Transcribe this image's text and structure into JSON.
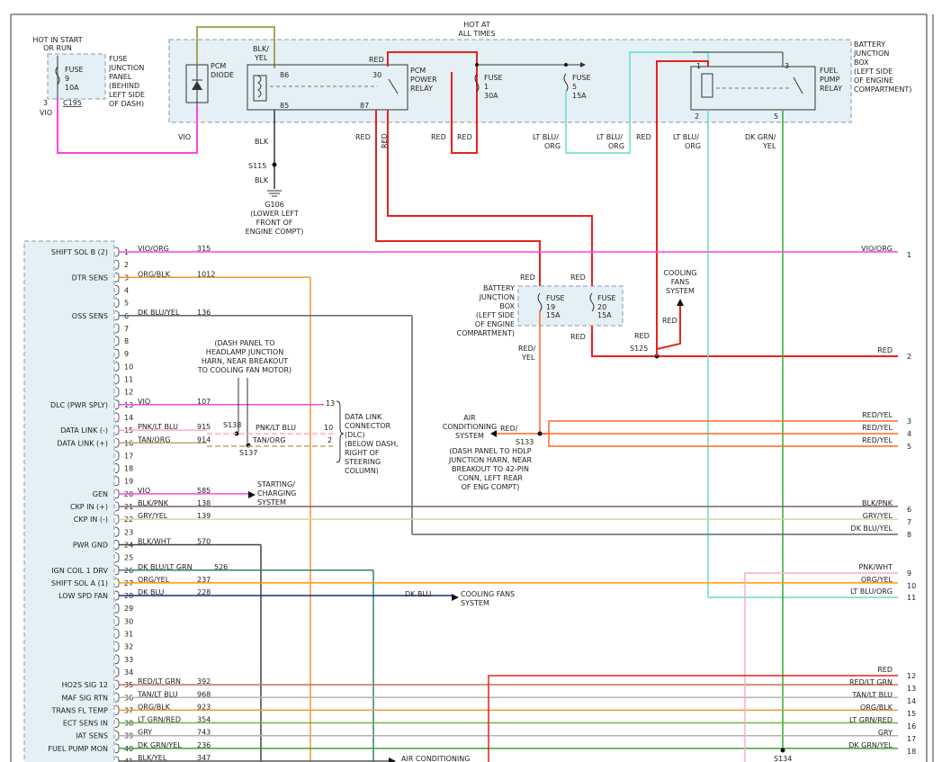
{
  "top": {
    "hot_in_start": [
      "HOT IN START",
      "OR RUN"
    ],
    "fuse_junction_panel": [
      "FUSE",
      "JUNCTION",
      "PANEL",
      "(BEHIND",
      "LEFT SIDE",
      "OF DASH)"
    ],
    "fuse9": [
      "FUSE",
      "9",
      "10A"
    ],
    "c195_pin": "3",
    "c195": "C195",
    "vio": "VIO",
    "hot_at_all_times": [
      "HOT AT",
      "ALL TIMES"
    ],
    "battery_junction_box": [
      "BATTERY",
      "JUNCTION",
      "BOX",
      "(LEFT SIDE",
      "OF ENGINE",
      "COMPARTMENT)"
    ],
    "pcm_diode": [
      "PCM",
      "DIODE"
    ],
    "blk_yel": [
      "BLK/",
      "YEL"
    ],
    "pin86": "86",
    "pin85": "85",
    "pin30": "30",
    "pin87": "87",
    "pcm_power_relay": [
      "PCM",
      "POWER",
      "RELAY"
    ],
    "fuse1": [
      "FUSE",
      "1",
      "30A"
    ],
    "fuse5": [
      "FUSE",
      "5",
      "15A"
    ],
    "fuel_pump_relay": [
      "FUEL",
      "PUMP",
      "RELAY"
    ],
    "fp_pin1": "1",
    "fp_pin2": "2",
    "fp_pin3": "3",
    "fp_pin5": "5",
    "red": "RED",
    "blk": "BLK",
    "s115": "S115",
    "g106": [
      "G106",
      "(LOWER LEFT",
      "FRONT OF",
      "ENGINE COMPT)"
    ],
    "lt_blu_org": [
      "LT BLU/",
      "ORG"
    ],
    "dk_grn_yel": [
      "DK GRN/",
      "YEL"
    ]
  },
  "bjb2": {
    "label": [
      "BATTERY",
      "JUNCTION",
      "BOX",
      "(LEFT SIDE",
      "OF ENGINE",
      "COMPARTMENT)"
    ],
    "fuse19": [
      "FUSE",
      "19",
      "15A"
    ],
    "fuse20": [
      "FUSE",
      "20",
      "15A"
    ],
    "red": "RED",
    "red_yel": [
      "RED/",
      "YEL"
    ],
    "cooling_fans": [
      "COOLING",
      "FANS",
      "SYSTEM"
    ],
    "s125": "S125",
    "s133": "S133",
    "ac_system": [
      "AIR",
      "CONDITIONING",
      "SYSTEM"
    ],
    "ac_note": [
      "(DASH PANEL TO HDLP",
      "JUNCTION HARN, NEAR",
      "BREAKOUT TO 42-PIN",
      "CONN, LEFT REAR",
      "OF ENG COMPT)"
    ]
  },
  "dlc": {
    "note": [
      "(DASH PANEL TO",
      "HEADLAMP JUNCTION",
      "HARN, NEAR BREAKOUT",
      "TO COOLING FAN MOTOR)"
    ],
    "s138": "S138",
    "s137": "S137",
    "pnk_lt_blu": "PNK/LT BLU",
    "tan_org": "TAN/ORG",
    "pin13": "13",
    "pin10": "10",
    "pin2": "2",
    "label": [
      "DATA LINK",
      "CONNECTOR",
      "(DLC)",
      "(BELOW DASH,",
      "RIGHT OF",
      "STEERING",
      "COLUMN)"
    ]
  },
  "misc": {
    "starting_charging": [
      "STARTING/",
      "CHARGING",
      "SYSTEM"
    ],
    "cooling_fans_system": [
      "COOLING FANS",
      "SYSTEM"
    ],
    "dk_blu": "DK BLU",
    "ac_bottom": "AIR CONDITIONING",
    "s134": "S134"
  },
  "pcm_pins": [
    {
      "pin": "1",
      "name": "SHIFT SOL B (2)",
      "color": "VIO/ORG",
      "circuit": "315"
    },
    {
      "pin": "2",
      "name": "",
      "color": "",
      "circuit": ""
    },
    {
      "pin": "3",
      "name": "DTR SENS",
      "color": "ORG/BLK",
      "circuit": "1012"
    },
    {
      "pin": "4",
      "name": "",
      "color": "",
      "circuit": ""
    },
    {
      "pin": "5",
      "name": "",
      "color": "",
      "circuit": ""
    },
    {
      "pin": "6",
      "name": "OSS SENS",
      "color": "DK BLU/YEL",
      "circuit": "136"
    },
    {
      "pin": "7",
      "name": "",
      "color": "",
      "circuit": ""
    },
    {
      "pin": "8",
      "name": "",
      "color": "",
      "circuit": ""
    },
    {
      "pin": "9",
      "name": "",
      "color": "",
      "circuit": ""
    },
    {
      "pin": "10",
      "name": "",
      "color": "",
      "circuit": ""
    },
    {
      "pin": "11",
      "name": "",
      "color": "",
      "circuit": ""
    },
    {
      "pin": "12",
      "name": "",
      "color": "",
      "circuit": ""
    },
    {
      "pin": "13",
      "name": "DLC (PWR SPLY)",
      "color": "VIO",
      "circuit": "107"
    },
    {
      "pin": "14",
      "name": "",
      "color": "",
      "circuit": ""
    },
    {
      "pin": "15",
      "name": "DATA LINK (-)",
      "color": "PNK/LT BLU",
      "circuit": "915"
    },
    {
      "pin": "16",
      "name": "DATA LINK (+)",
      "color": "TAN/ORG",
      "circuit": "914"
    },
    {
      "pin": "17",
      "name": "",
      "color": "",
      "circuit": ""
    },
    {
      "pin": "18",
      "name": "",
      "color": "",
      "circuit": ""
    },
    {
      "pin": "19",
      "name": "",
      "color": "",
      "circuit": ""
    },
    {
      "pin": "20",
      "name": "GEN",
      "color": "VIO",
      "circuit": "585"
    },
    {
      "pin": "21",
      "name": "CKP IN (+)",
      "color": "BLK/PNK",
      "circuit": "138"
    },
    {
      "pin": "22",
      "name": "CKP IN (-)",
      "color": "GRY/YEL",
      "circuit": "139"
    },
    {
      "pin": "23",
      "name": "",
      "color": "",
      "circuit": ""
    },
    {
      "pin": "24",
      "name": "PWR GND",
      "color": "BLK/WHT",
      "circuit": "570"
    },
    {
      "pin": "25",
      "name": "",
      "color": "",
      "circuit": ""
    },
    {
      "pin": "26",
      "name": "IGN COIL 1 DRV",
      "color": "DK BLU/LT GRN",
      "circuit": "526"
    },
    {
      "pin": "27",
      "name": "SHIFT SOL A (1)",
      "color": "ORG/YEL",
      "circuit": "237"
    },
    {
      "pin": "28",
      "name": "LOW SPD FAN",
      "color": "DK BLU",
      "circuit": "228"
    },
    {
      "pin": "29",
      "name": "",
      "color": "",
      "circuit": ""
    },
    {
      "pin": "30",
      "name": "",
      "color": "",
      "circuit": ""
    },
    {
      "pin": "31",
      "name": "",
      "color": "",
      "circuit": ""
    },
    {
      "pin": "32",
      "name": "",
      "color": "",
      "circuit": ""
    },
    {
      "pin": "33",
      "name": "",
      "color": "",
      "circuit": ""
    },
    {
      "pin": "34",
      "name": "",
      "color": "",
      "circuit": ""
    },
    {
      "pin": "35",
      "name": "HO2S SIG 12",
      "color": "RED/LT GRN",
      "circuit": "392"
    },
    {
      "pin": "36",
      "name": "MAF SIG RTN",
      "color": "TAN/LT BLU",
      "circuit": "968"
    },
    {
      "pin": "37",
      "name": "TRANS FL TEMP",
      "color": "ORG/BLK",
      "circuit": "923"
    },
    {
      "pin": "38",
      "name": "ECT SENS IN",
      "color": "LT GRN/RED",
      "circuit": "354"
    },
    {
      "pin": "39",
      "name": "IAT SENS",
      "color": "GRY",
      "circuit": "743"
    },
    {
      "pin": "40",
      "name": "FUEL PUMP MON",
      "color": "DK GRN/YEL",
      "circuit": "236"
    },
    {
      "pin": "41",
      "name": "",
      "color": "BLK/YEL",
      "circuit": "347"
    }
  ],
  "right_wires": [
    {
      "num": "1",
      "label": "VIO/ORG",
      "hex": "#ff44dd"
    },
    {
      "num": "2",
      "label": "RED",
      "hex": "#e8221c"
    },
    {
      "num": "3",
      "label": "RED/YEL",
      "hex": "#ff6622"
    },
    {
      "num": "4",
      "label": "RED/YEL",
      "hex": "#ff6622"
    },
    {
      "num": "5",
      "label": "RED/YEL",
      "hex": "#ff6622"
    },
    {
      "num": "6",
      "label": "BLK/PNK",
      "hex": "#806070"
    },
    {
      "num": "7",
      "label": "GRY/YEL",
      "hex": "#d8d890"
    },
    {
      "num": "8",
      "label": "DK BLU/YEL",
      "hex": "#566a78"
    },
    {
      "num": "9",
      "label": "PNK/WHT",
      "hex": "#ffaacc"
    },
    {
      "num": "10",
      "label": "ORG/YEL",
      "hex": "#ff9900"
    },
    {
      "num": "11",
      "label": "LT BLU/ORG",
      "hex": "#66ddcc"
    },
    {
      "num": "12",
      "label": "RED",
      "hex": "#e8221c"
    },
    {
      "num": "13",
      "label": "RED/LT GRN",
      "hex": "#c87050"
    },
    {
      "num": "14",
      "label": "TAN/LT BLU",
      "hex": "#b0b8a8"
    },
    {
      "num": "15",
      "label": "ORG/BLK",
      "hex": "#ee9933"
    },
    {
      "num": "16",
      "label": "LT GRN/RED",
      "hex": "#66bb33"
    },
    {
      "num": "17",
      "label": "GRY",
      "hex": "#b0b0b0"
    },
    {
      "num": "18",
      "label": "DK GRN/YEL",
      "hex": "#33aa33"
    }
  ]
}
